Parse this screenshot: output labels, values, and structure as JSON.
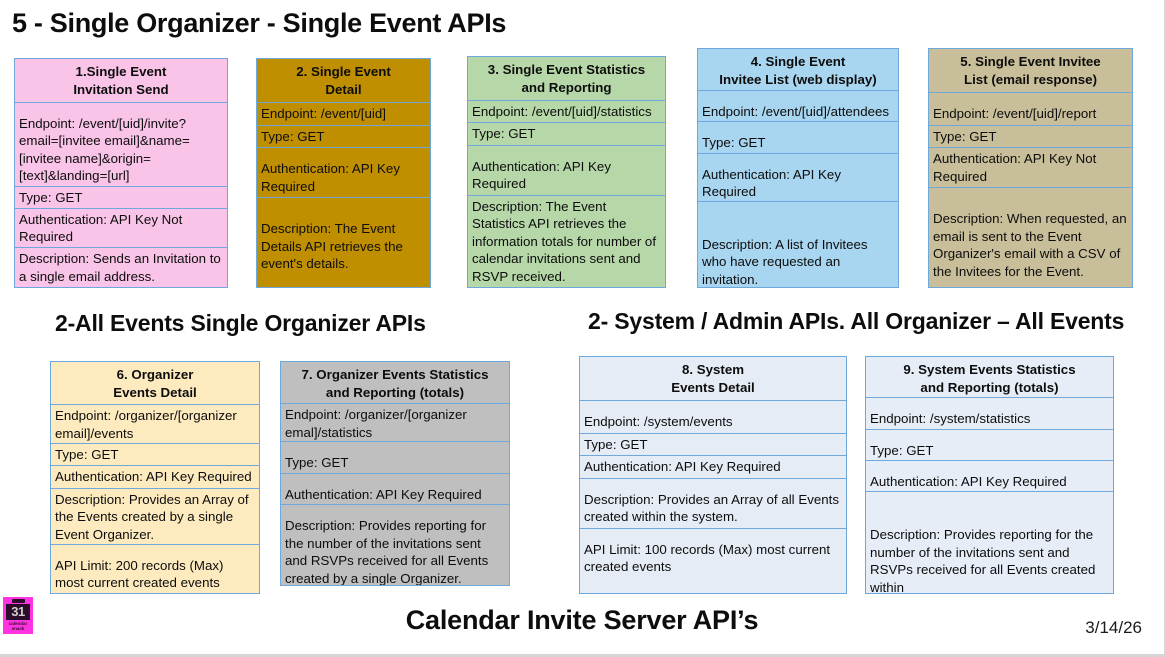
{
  "slide": {
    "title": "5 - Single Organizer - Single Event APIs",
    "footer_title": "Calendar Invite Server API’s",
    "footer_date": "3/14/26",
    "logo": {
      "day": "31",
      "caption_line1": "calendar",
      "caption_line2": "snack"
    }
  },
  "sections": {
    "left_heading": "2-All Events Single Organizer APIs",
    "right_heading": "2- System / Admin APIs. All Organizer – All Events"
  },
  "colors": {
    "card1_fill": "#F9C4E8",
    "card2_fill": "#BF8F00",
    "card3_fill": "#B6D7A8",
    "card4_fill": "#A8D5F0",
    "card5_fill": "#C9BE9A",
    "card6_fill": "#FDEBBF",
    "card7_fill": "#BFBFBF",
    "card8_fill": "#E6ECF5",
    "card9_fill": "#E6EDF7",
    "border": "#6FA8DC",
    "logo_bg": "#FF33E0"
  },
  "cards": [
    {
      "id": 1,
      "title_line1": "1.Single Event",
      "title_line2": "Invitation Send",
      "rows": [
        "Endpoint: /event/[uid]/invite?email=[invitee email]&name=[invitee name]&origin=[text]&landing=[url]",
        "Type: GET",
        "Authentication: API Key Not Required",
        "Description: Sends an Invitation to a single email address."
      ]
    },
    {
      "id": 2,
      "title_line1": "2. Single Event",
      "title_line2": "Detail",
      "rows": [
        "Endpoint: /event/[uid]",
        "Type: GET",
        "Authentication: API Key Required",
        "Description: The Event Details API retrieves the event's details."
      ]
    },
    {
      "id": 3,
      "title_line1": "3. Single Event Statistics",
      "title_line2": "and Reporting",
      "rows": [
        "Endpoint: /event/[uid]/statistics",
        "Type: GET",
        "Authentication: API Key Required",
        "Description: The Event Statistics API retrieves the information totals for number of calendar invitations sent and RSVP received."
      ]
    },
    {
      "id": 4,
      "title_line1": "4. Single Event",
      "title_line2": "Invitee List (web display)",
      "rows": [
        "Endpoint: /event/[uid]/attendees",
        "Type: GET",
        "Authentication: API Key Required",
        "Description: A list of Invitees who have requested an invitation."
      ]
    },
    {
      "id": 5,
      "title_line1": "5. Single Event Invitee",
      "title_line2": "List (email response)",
      "rows": [
        "Endpoint: /event/[uid]/report",
        "Type: GET",
        "Authentication: API Key Not Required",
        "Description: When requested, an email is sent to the Event Organizer's email with a CSV of the Invitees for the Event."
      ]
    },
    {
      "id": 6,
      "title_line1": "6. Organizer",
      "title_line2": "Events Detail",
      "rows": [
        "Endpoint: /organizer/[organizer email]/events",
        "Type: GET",
        "Authentication: API Key Required",
        "Description: Provides an Array of the Events created by a single Event Organizer.",
        "API Limit: 200 records (Max) most current created events"
      ]
    },
    {
      "id": 7,
      "title_line1": "7. Organizer Events Statistics",
      "title_line2": "and Reporting (totals)",
      "rows": [
        "Endpoint: /organizer/[organizer emal]/statistics",
        "Type: GET",
        "Authentication: API Key Required",
        "Description: Provides reporting for the number of the invitations sent and RSVPs received for all Events created by a single Organizer."
      ]
    },
    {
      "id": 8,
      "title_line1": "8. System",
      "title_line2": "Events Detail",
      "rows": [
        "Endpoint: /system/events",
        "Type: GET",
        "Authentication: API Key Required",
        "Description: Provides an Array of all Events created within the system.",
        "API Limit: 100 records (Max) most current created events"
      ]
    },
    {
      "id": 9,
      "title_line1": "9. System Events Statistics",
      "title_line2": "and Reporting (totals)",
      "rows": [
        "Endpoint: /system/statistics",
        "Type: GET",
        "Authentication: API Key Required",
        "Description: Provides reporting for the number of the invitations sent and RSVPs received for all Events created within"
      ]
    }
  ]
}
